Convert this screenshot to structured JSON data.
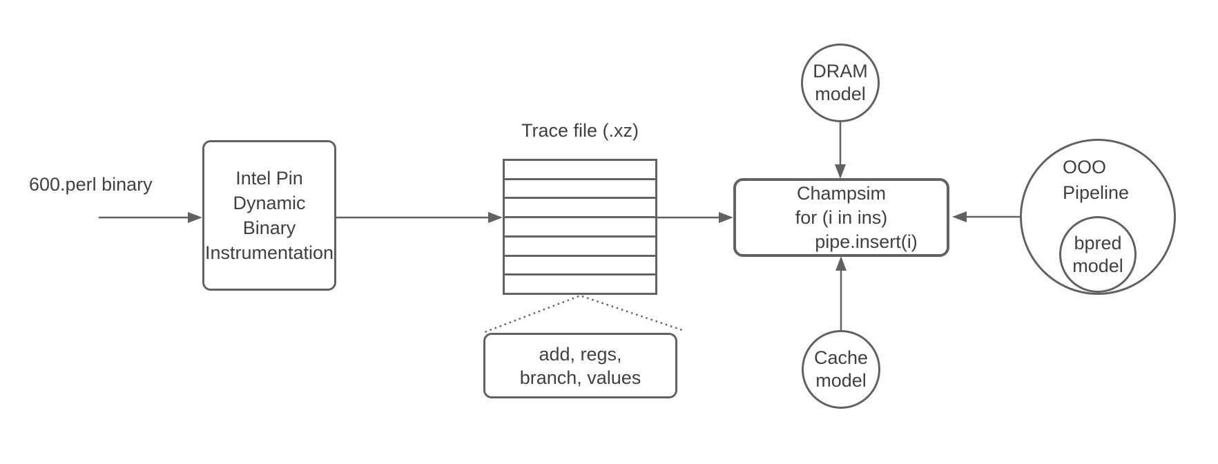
{
  "labels": {
    "input_binary": "600.perl binary",
    "trace_title": "Trace file (.xz)"
  },
  "nodes": {
    "intel_pin": {
      "lines": [
        "Intel Pin",
        "Dynamic",
        "Binary",
        "Instrumentation"
      ]
    },
    "trace_file": {
      "rows": 7
    },
    "callout": {
      "lines": [
        "add, regs,",
        "branch, values"
      ]
    },
    "dram": {
      "lines": [
        "DRAM",
        "model"
      ]
    },
    "champsim": {
      "lines": [
        "Champsim",
        "for (i in ins)",
        "pipe.insert(i)"
      ]
    },
    "cache": {
      "lines": [
        "Cache",
        "model"
      ]
    },
    "ooo": {
      "lines": [
        "OOO",
        "Pipeline"
      ]
    },
    "bpred": {
      "lines": [
        "bpred",
        "model"
      ]
    }
  },
  "colors": {
    "stroke": "#616161",
    "text": "#404040",
    "bg": "#ffffff"
  }
}
